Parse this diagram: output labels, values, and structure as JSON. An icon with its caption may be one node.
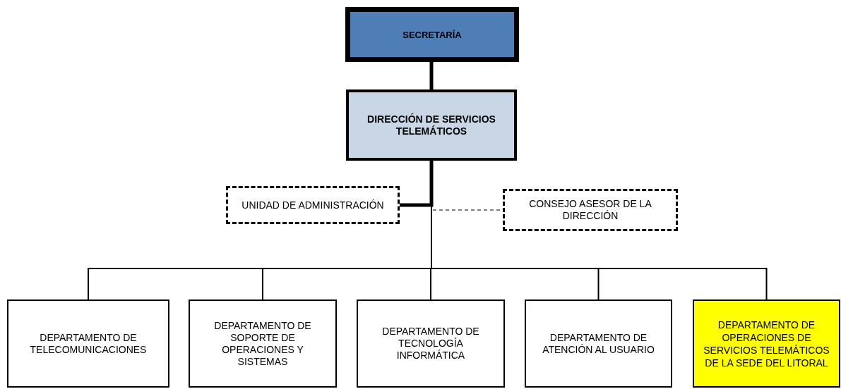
{
  "diagram": {
    "nodes": [
      {
        "text": [
          "SECRETARÍA"
        ]
      },
      {
        "text": [
          "DIRECCIÓN DE SERVICIOS TELEMÁTICOS"
        ]
      },
      {
        "text": [
          "UNIDAD DE ADMINISTRACIÓN"
        ]
      },
      {
        "text": [
          "CONSEJO ASESOR DE LA DIRECCIÓN"
        ]
      },
      {
        "text": [
          "DEPARTAMENTO DE TELECOMUNICACIONES"
        ]
      },
      {
        "text": [
          "DEPARTAMENTO DE SOPORTE DE OPERACIONES Y SISTEMAS"
        ]
      },
      {
        "text": [
          "DEPARTAMENTO DE TECNOLOGÍA INFORMÁTICA"
        ]
      },
      {
        "text": [
          "DEPARTAMENTO DE ATENCIÓN AL USUARIO"
        ]
      },
      {
        "text": [
          "DEPARTAMENTO DE OPERACIONES DE SERVICIOS TELEMÁTICOS DE LA SEDE DEL LITORAL"
        ]
      }
    ],
    "edges": [
      {
        "from": 0,
        "to": 1,
        "arrow": "none",
        "style": "thick"
      },
      {
        "from": 1,
        "to": 2,
        "arrow": "none",
        "style": "thick"
      },
      {
        "from": 1,
        "to": 3,
        "arrow": "none",
        "style": "dashed"
      },
      {
        "from": 1,
        "to": 4,
        "arrow": "none"
      },
      {
        "from": 1,
        "to": 5,
        "arrow": "none"
      },
      {
        "from": 1,
        "to": 6,
        "arrow": "none"
      },
      {
        "from": 1,
        "to": 7,
        "arrow": "none"
      },
      {
        "from": 1,
        "to": 8,
        "arrow": "none"
      }
    ]
  }
}
